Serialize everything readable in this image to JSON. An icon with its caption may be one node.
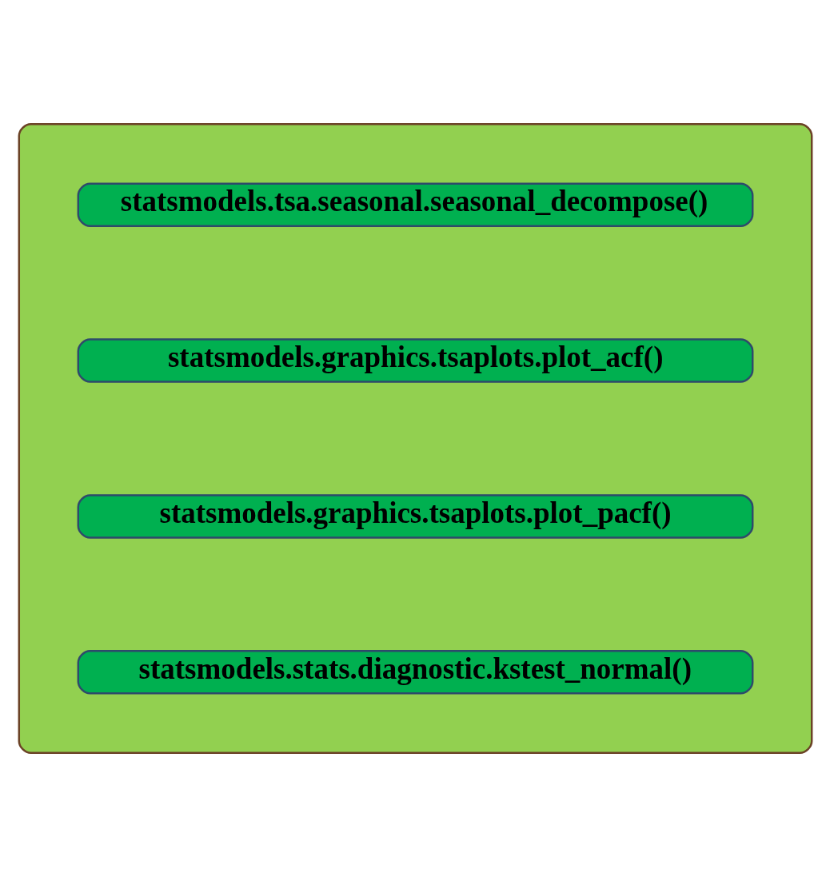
{
  "diagram": {
    "nodes": [
      {
        "text": [],
        "shape": "box"
      },
      {
        "text": [
          "statsmodels.tsa.seasonal.seasonal_decompose()"
        ],
        "in": 0
      },
      {
        "text": [
          "statsmodels.graphics.tsaplots.plot_acf()"
        ],
        "in": 0
      },
      {
        "text": [
          "statsmodels.graphics.tsaplots.plot_pacf()"
        ],
        "in": 0
      },
      {
        "text": [
          "statsmodels.stats.diagnostic.kstest_normal()"
        ],
        "in": 0
      }
    ],
    "edges": []
  }
}
